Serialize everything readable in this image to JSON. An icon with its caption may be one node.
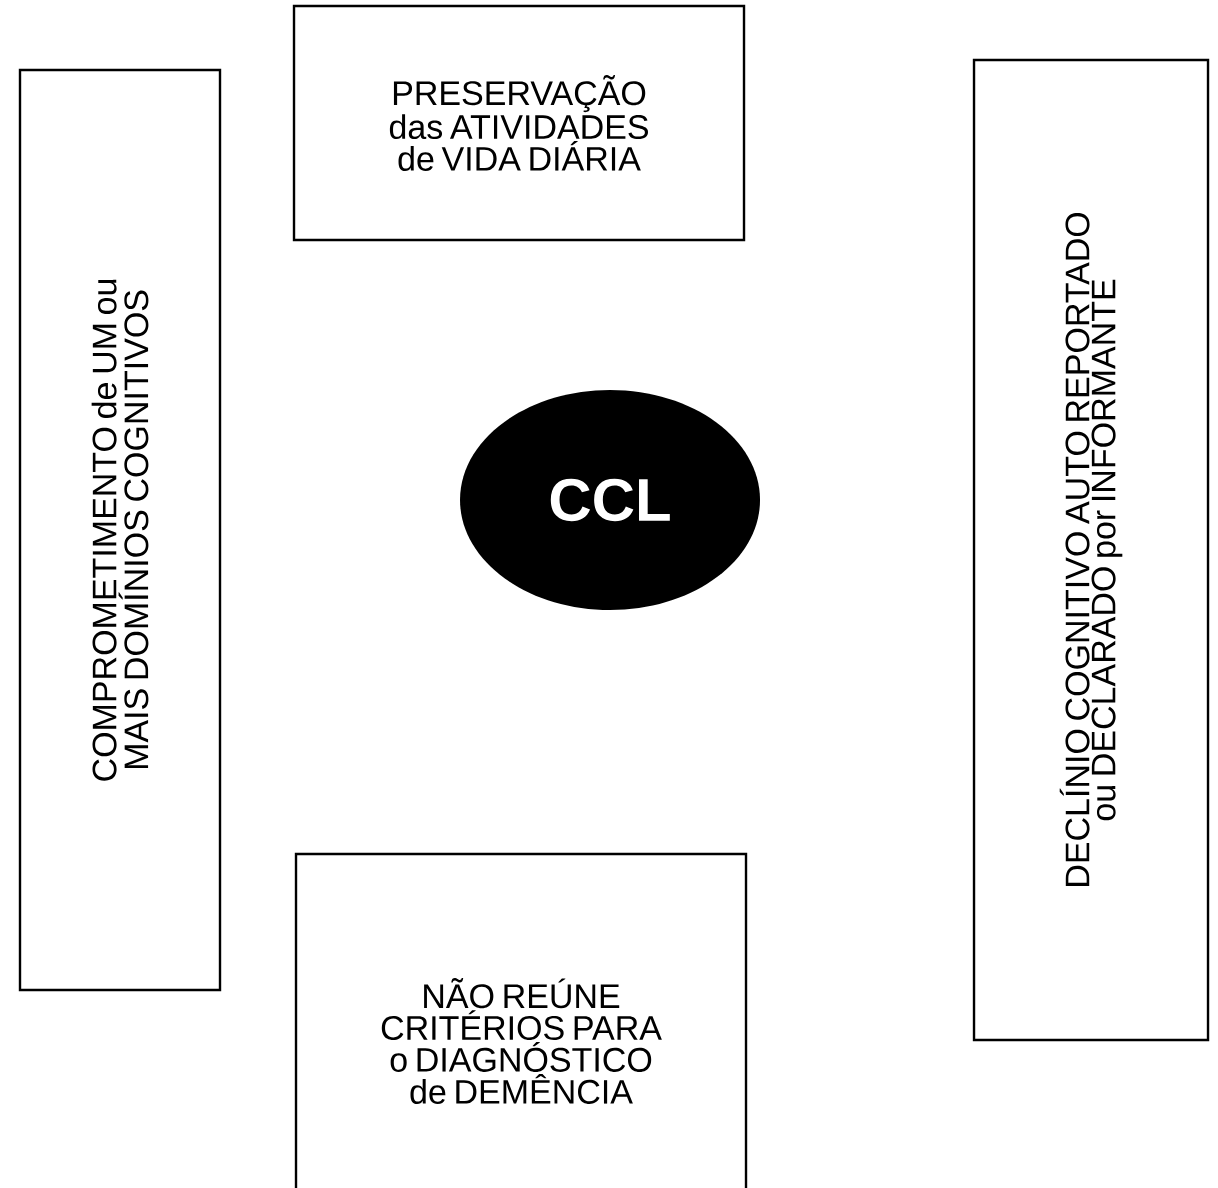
{
  "diagram": {
    "nodes": [
      {
        "text": [
          "PRESERVAÇÃO das ATIVIDADES de VIDA DIÁRIA"
        ]
      },
      {
        "text": [
          "COMPROMETIMENTO de UM ou MAIS DOMÍNIOS COGNITIVOS"
        ]
      },
      {
        "text": [
          "CCL"
        ]
      },
      {
        "text": [
          "DECLÍNIO COGNITIVO AUTO REPORTADO ou DECLARADO por INFORMANTE"
        ]
      },
      {
        "text": [
          "NÃO REÚNE CRITÉRIOS PARA o DIAGNÓSTICO de DEMÊNCIA"
        ]
      }
    ]
  }
}
